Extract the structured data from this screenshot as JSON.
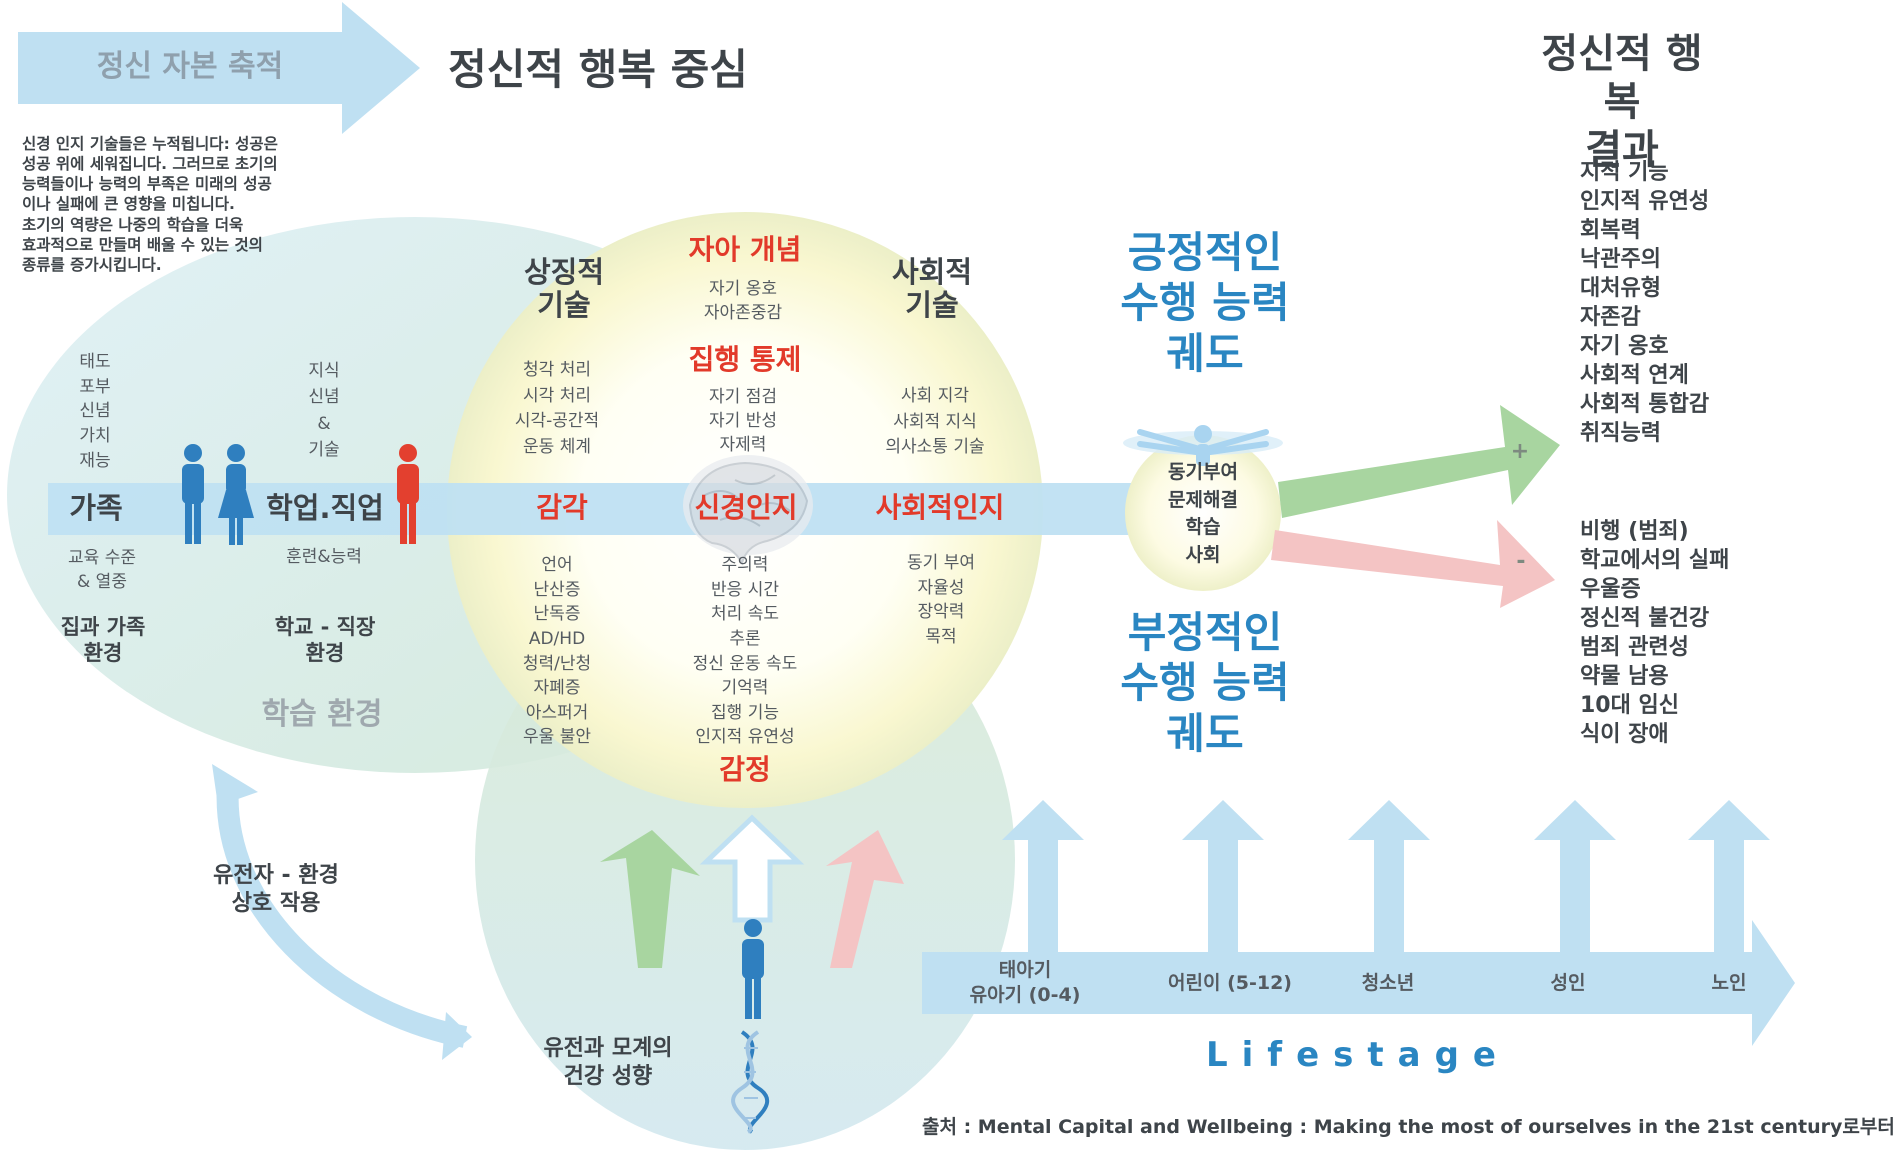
{
  "header": {
    "banner": "정신 자본 축적",
    "center_title": "정신적 행복 중심",
    "right_title": "정신적 행복\n결과"
  },
  "intro_text": "신경 인지 기술들은 누적됩니다: 성공은\n성공 위에 세워집니다. 그러므로 초기의\n능력들이나 능력의 부족은 미래의 성공\n이나 실패에 큰 영향을 미칩니다.\n초기의 역량은 나중의 학습을 더욱\n효과적으로 만들며 배울 수 있는 것의\n종류를 증가시킵니다.",
  "family": {
    "traits": "태도\n포부\n신념\n가치\n재능",
    "title": "가족",
    "sub": "교육 수준\n& 열중",
    "env": "집과 가족\n환경"
  },
  "work": {
    "traits": "지식\n신념\n&\n기술",
    "title": "학업.직업",
    "sub": "훈련&능력",
    "env": "학교 - 직장\n환경"
  },
  "learning_env": "학습 환경",
  "gene_env": "유전자 - 환경\n상호 작용",
  "genetics": "유전과 모계의\n건강 성향",
  "circle": {
    "symbolic_title": "상징적\n기술",
    "symbolic_items": "청각 처리\n시각 처리\n시각-공간적\n운동 체계",
    "self_concept_title": "자아 개념",
    "self_concept_items": "자기 옹호\n자아존중감",
    "executive_title": "집행 통제",
    "executive_items": "자기 점검\n자기 반성\n자제력",
    "social_title": "사회적\n기술",
    "social_items": "사회 지각\n사회적 지식\n의사소통 기술",
    "sense_title": "감각",
    "sense_items": "언어\n난산증\n난독증\nAD/HD\n청력/난청\n자폐증\n아스퍼거\n우울 불안",
    "neuro_title": "신경인지",
    "neuro_items": "주의력\n반응 시간\n처리 속도\n추론\n정신 운동 속도\n기억력\n집행 기능\n인지적 유연성",
    "social_cog_title": "사회적인지",
    "social_cog_items": "동기 부여\n자율성\n장악력\n목적",
    "emotion_title": "감정"
  },
  "small_circle": "동기부여\n문제해결\n학습\n사회",
  "trajectory_positive": "긍정적인\n수행 능력\n궤도",
  "trajectory_negative": "부정적인\n수행 능력\n궤도",
  "plus_sign": "+",
  "minus_sign": "-",
  "outcomes_positive": "지적 기능\n인지적 유연성\n회복력\n낙관주의\n대처유형\n자존감\n자기 옹호\n사회적 연계\n사회적 통합감\n취직능력",
  "outcomes_negative": "비행 (범죄)\n학교에서의 실패\n우울증\n정신적 불건강\n범죄 관련성\n약물 남용\n10대 임신\n식이 장애",
  "lifestages": [
    "태아기\n유아기 (0-4)",
    "어린이 (5-12)",
    "청소년",
    "성인",
    "노인"
  ],
  "lifestage_label": "Lifestage",
  "source": "출처 : Mental Capital and Wellbeing : Making the most of ourselves in the 21st century로부터",
  "icons": [
    "person-icon",
    "brain-icon",
    "dna-icon",
    "glowing-figure-icon"
  ],
  "colors": {
    "light_blue": "#bfe0f2",
    "light_green": "#d5e8cf",
    "green_arrow": "#a8d5a0",
    "pink_arrow": "#f4c4c4",
    "red_text": "#e23a2a",
    "blue_text": "#2a86c2",
    "person_blue": "#2f7fbf",
    "person_red": "#e3402f"
  }
}
